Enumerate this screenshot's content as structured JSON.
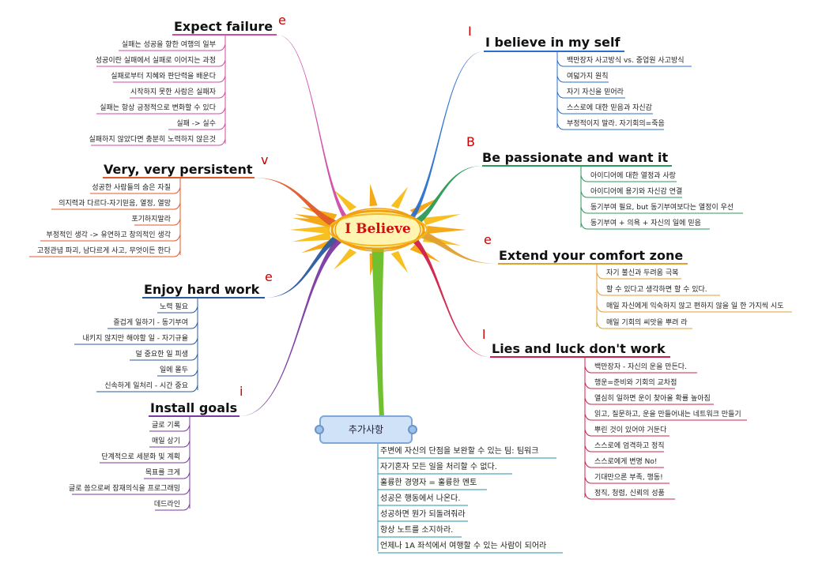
{
  "center": {
    "label": "I Believe"
  },
  "branches": [
    {
      "key": "expect",
      "letter": "e",
      "title": "Expect failure",
      "color": "#d04aa8",
      "items": [
        "실패는 성공을 향한 여행의 일부",
        "성공이란 실패에서 실패로 이어지는 과정",
        "실패로부터 지혜와 판단력을 배운다",
        "시작하지 못한 사람은 실패자",
        "실패는 항상 긍정적으로 변화할 수 있다",
        "실패 -> 실수",
        "실패하지 않았다면 충분히 노력하지 않은것"
      ]
    },
    {
      "key": "believe",
      "letter": "I",
      "title": "I believe in my self",
      "color": "#2a6fcf",
      "items": [
        "백만장자 사고방식 vs. 중업원 사고방식",
        "여덟가지 원칙",
        "자기 자신을 믿어라",
        "스스로에 대한 믿음과 자신감",
        "부정적이지 말라. 자기회의=죽음"
      ]
    },
    {
      "key": "persistent",
      "letter": "v",
      "title": "Very, very persistent",
      "color": "#e05a2a",
      "items": [
        "성공한 사람들의 숨은 자질",
        "의지력과 다르다-자기믿음, 열정, 열망",
        "포기하지말라",
        "부정적인 생각 -> 유연하고 창의적인 생각",
        "고정관념 파괴, 남다르게 사고, 무엇이든 한다"
      ]
    },
    {
      "key": "passionate",
      "letter": "B",
      "title": "Be passionate and want it",
      "color": "#2a9a5a",
      "items": [
        "아이디어에 대한 열정과 사랑",
        "아이디어에 용기와 자신감 연결",
        "동기부여 필요, but 동기부여보다는 열정이 우선",
        "동기부여 + 의욕 + 자신의 일에 믿음"
      ]
    },
    {
      "key": "comfort",
      "letter": "e",
      "title": "Extend your comfort zone",
      "color": "#e0a030",
      "items": [
        "자기 불신과 두려움 극복",
        "할 수 있다고 생각하면 할 수 있다.",
        "매일 자신에게 익숙하지 않고 편하지 않을 일 한 가지씩 시도",
        "매일 기회의 씨앗을 뿌려 라"
      ]
    },
    {
      "key": "work",
      "letter": "e",
      "title": "Enjoy hard work",
      "color": "#2a5aa0",
      "items": [
        "노력 필요",
        "즐겁게 일하기 - 동기부여",
        "내키지 않지만 해야할 일 - 자기규율",
        "덜 중요한 일 피생",
        "일에 몰두",
        "신속하게 일처리 - 시간 중요"
      ]
    },
    {
      "key": "luck",
      "letter": "l",
      "title": "Lies and luck don't work",
      "color": "#d0204a",
      "items": [
        "백만장자 - 자신의 운을 만든다.",
        "행운=준비와 기회의 교차점",
        "열심히 일하면 운이 찾아올 확률 높아짐",
        "읽고, 질문하고, 운을 만들어내는 네트워크 만들기",
        "뿌린 것이 있어야 거둔다",
        "스스로에 엄격하고 정직",
        "스스로에게 변명 No!",
        "기대만으론 부족, 행동!",
        "정직, 청렴, 신뢰의 성품"
      ]
    },
    {
      "key": "goals",
      "letter": "i",
      "title": "Install goals",
      "color": "#7a3aa0",
      "items": [
        "글로 기록",
        "매일 상기",
        "단계적으로 세분화 및 계획",
        "목표를 크게",
        "글로 씀으로써 잠재의식을 프로그래밍",
        "데드라인"
      ]
    }
  ],
  "extra": {
    "label": "추가사항",
    "color": "#2a8fb0",
    "items": [
      "주변에 자신의 단점을 보완할 수 있는 팀: 팀워크",
      "자기혼자 모든 일을 처리할 수 없다.",
      "훌륭한 경영자 = 훌륭한 멘토",
      "성공은 행동에서 나온다.",
      "성공하면 뭔가 되돌려줘라",
      "항상 노트를 소지하라.",
      "언제나 1A 좌석에서 여행할 수 있는 사람이 되어라"
    ]
  }
}
